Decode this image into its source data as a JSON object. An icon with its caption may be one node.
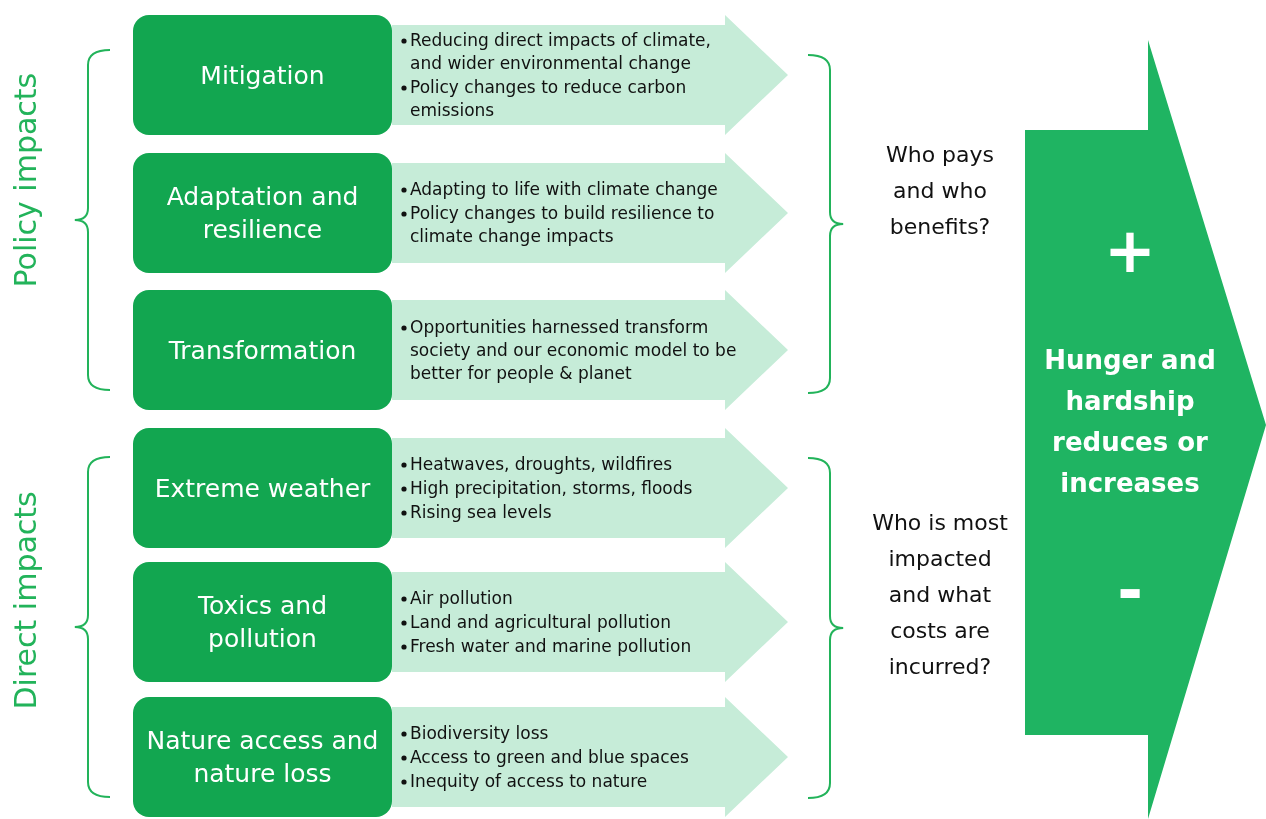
{
  "diagram": {
    "nodes": [
      {
        "text": [
          "Mitigation"
        ]
      },
      {
        "text": [
          "Reducing direct impacts of climate, and wider environmental change",
          "Policy changes to reduce carbon emissions"
        ]
      },
      {
        "text": [
          "Adaptation and resilience"
        ]
      },
      {
        "text": [
          "Adapting to life with climate change",
          "Policy changes to build resilience to climate change impacts"
        ]
      },
      {
        "text": [
          "Transformation"
        ]
      },
      {
        "text": [
          "Opportunities harnessed transform society and our economic model to be better for people & planet"
        ]
      },
      {
        "text": [
          "Extreme weather"
        ]
      },
      {
        "text": [
          "Heatwaves, droughts, wildfires",
          "High precipitation, storms, floods",
          "Rising sea levels"
        ]
      },
      {
        "text": [
          "Toxics and pollution"
        ]
      },
      {
        "text": [
          "Air pollution",
          "Land and agricultural pollution",
          "Fresh water and marine pollution"
        ]
      },
      {
        "text": [
          "Nature access and nature loss"
        ]
      },
      {
        "text": [
          "Biodiversity loss",
          "Access to green and blue spaces",
          "Inequity of access to nature"
        ]
      },
      {
        "text": [
          "+",
          "Hunger and hardship reduces or increases",
          "-"
        ]
      }
    ],
    "labels": [
      "Policy impacts",
      "Direct impacts",
      "Who pays and who benefits?",
      "Who is most impacted and what costs are incurred?"
    ]
  }
}
